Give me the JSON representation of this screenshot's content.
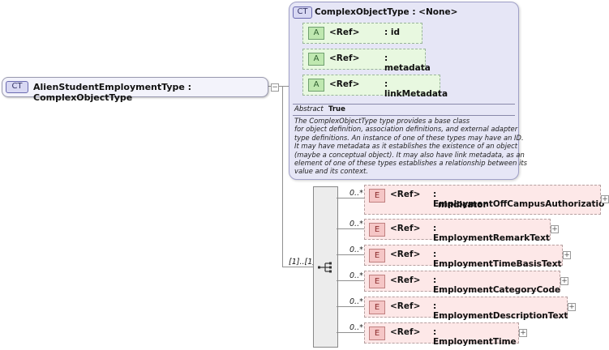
{
  "root": {
    "badge": "CT",
    "label": "AlienStudentEmploymentType : ComplexObjectType"
  },
  "base_type": {
    "badge": "CT",
    "title": "ComplexObjectType : <None>",
    "attributes": [
      {
        "badge": "A",
        "ref": "<Ref>",
        "name": ": id"
      },
      {
        "badge": "A",
        "ref": "<Ref>",
        "name": ": metadata"
      },
      {
        "badge": "A",
        "ref": "<Ref>",
        "name": ": linkMetadata"
      }
    ],
    "abstract_label": "Abstract",
    "abstract_value": "True",
    "description": "The ComplexObjectType type provides a base class\nfor object definition, association definitions, and external adapter\ntype definitions. An instance of one of these types may have an ID.\nIt may have metadata as it establishes the existence of an object\n(maybe a conceptual object). It may also have link metadata, as an\nelement of one of these types establishes a relationship between its\nvalue and its context."
  },
  "sequence": {
    "multiplicity": "[1]..[1]",
    "icon": "sequence-icon"
  },
  "elements": [
    {
      "mult": "0..*",
      "badge": "E",
      "ref": "<Ref>",
      "name_line1": ": EmploymentOffCampusAuthorizatio",
      "name_line2": "nIndicator"
    },
    {
      "mult": "0..*",
      "badge": "E",
      "ref": "<Ref>",
      "name_line1": ": EmploymentRemarkText",
      "name_line2": ""
    },
    {
      "mult": "0..*",
      "badge": "E",
      "ref": "<Ref>",
      "name_line1": ": EmploymentTimeBasisText",
      "name_line2": ""
    },
    {
      "mult": "0..*",
      "badge": "E",
      "ref": "<Ref>",
      "name_line1": ": EmploymentCategoryCode",
      "name_line2": ""
    },
    {
      "mult": "0..*",
      "badge": "E",
      "ref": "<Ref>",
      "name_line1": ": EmploymentDescriptionText",
      "name_line2": ""
    },
    {
      "mult": "0..*",
      "badge": "E",
      "ref": "<Ref>",
      "name_line1": ": EmploymentTime",
      "name_line2": ""
    }
  ],
  "colors": {
    "complex_type": "#d8d8f3",
    "attribute": "#e8f8e0",
    "element": "#fde8e8"
  }
}
